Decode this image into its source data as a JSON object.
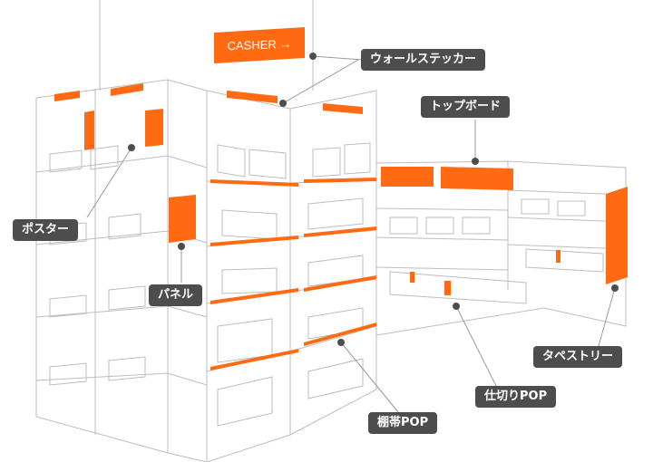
{
  "sign": {
    "casher_text": "CASHER →"
  },
  "callouts": {
    "wall_sticker": "ウォールステッカー",
    "top_board": "トップボード",
    "poster": "ポスター",
    "panel": "パネル",
    "tapestry": "タペストリー",
    "divider_pop": "仕切りPOP",
    "shelf_pop": "棚帯POP"
  },
  "colors": {
    "accent": "#ff6a13",
    "label_bg": "#4d4d4d",
    "line": "#b3b3b3",
    "dot": "#4d4d4d"
  }
}
